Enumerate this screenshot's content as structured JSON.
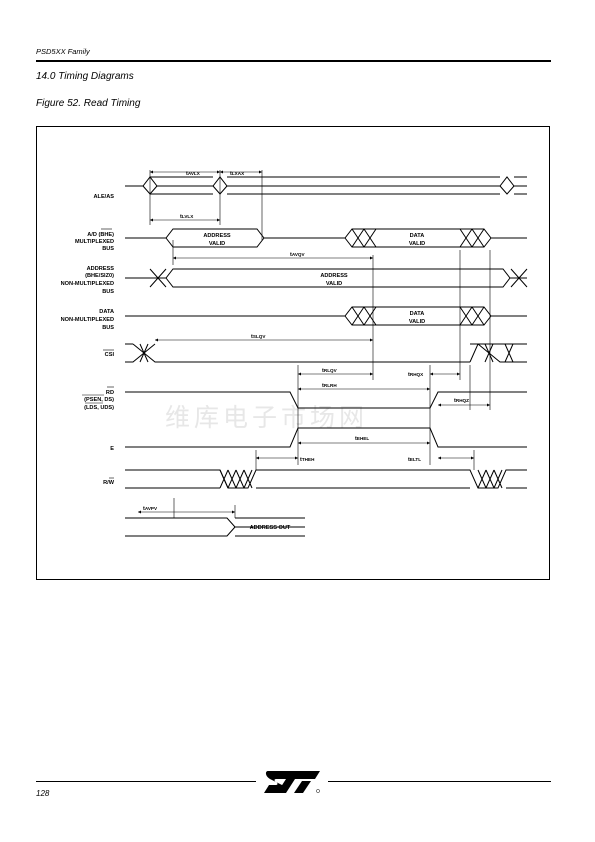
{
  "header": {
    "family": "PSD5XX Family",
    "section": "14.0  Timing Diagrams",
    "figure": "Figure 52.  Read Timing"
  },
  "signals": {
    "ale": "ALE/AS",
    "ad_1": "A/D (BHE)",
    "ad_2": "MULTIPLEXED",
    "ad_3": "BUS",
    "addr_1": "ADDRESS",
    "addr_2": "(BHE/SIZ0)",
    "addr_3": "NON-MULTIPLEXED",
    "addr_4": "BUS",
    "data_1": "DATA",
    "data_2": "NON-MULTIPLEXED",
    "data_3": "BUS",
    "csi": "CSI",
    "rd_1": "RD",
    "rd_2": "(PSEN, DS)",
    "rd_3": "(LDS, UDS)",
    "e": "E",
    "rw": "R/W"
  },
  "params": {
    "avlx": {
      "t": "t",
      "sub": "AVLX"
    },
    "lxax": {
      "t": "t",
      "sub": "LXAX"
    },
    "lvlx": {
      "t": "t",
      "sub": "LVLX"
    },
    "avqv": {
      "t": "t",
      "sub": "AVQV"
    },
    "slqv": {
      "t": "t",
      "sub": "SLQV"
    },
    "rlqv": {
      "t": "t",
      "sub": "RLQV"
    },
    "rhqx": {
      "t": "t",
      "sub": "RHQX"
    },
    "rlrh": {
      "t": "t",
      "sub": "RLRH"
    },
    "rhqz": {
      "t": "t",
      "sub": "RHQZ"
    },
    "ehel": {
      "t": "t",
      "sub": "EHEL"
    },
    "theh": {
      "t": "t",
      "sub": "THEH"
    },
    "eltl": {
      "t": "t",
      "sub": "ELTL"
    },
    "avpv": {
      "t": "t",
      "sub": "AVPV"
    }
  },
  "waveform_labels": {
    "addr_valid_1": "ADDRESS",
    "addr_valid_2": "VALID",
    "data_valid_1": "DATA",
    "data_valid_2": "VALID",
    "addr_out": "ADDRESS OUT"
  },
  "watermark": "维库电子市场网",
  "footer": {
    "page": "128",
    "logo": "ST"
  }
}
